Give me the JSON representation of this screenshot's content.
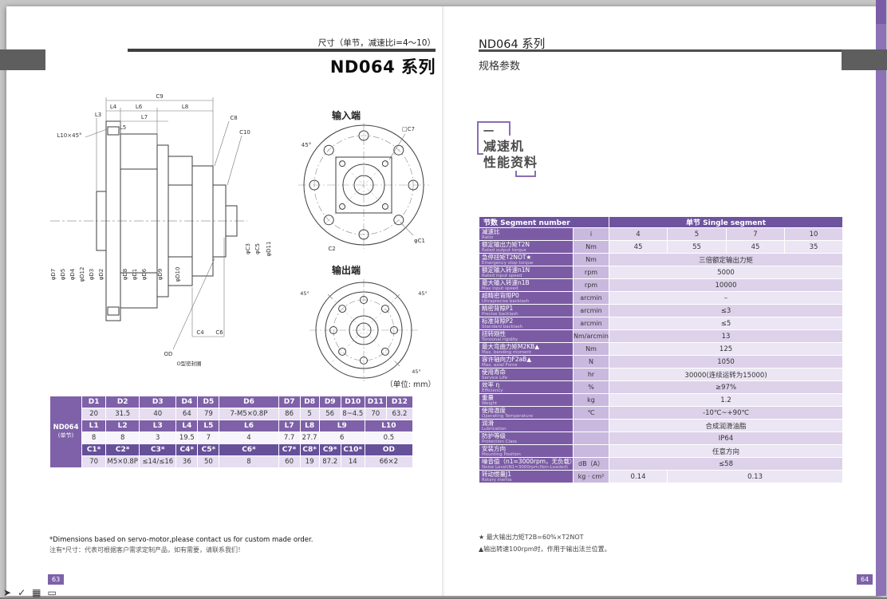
{
  "colors": {
    "accent_purple": "#7e61a8",
    "header_purple": "#6e549e",
    "row_lavender": "#e6ddf1"
  },
  "viewer": {
    "toolbar_icons": [
      {
        "name": "cursor-icon",
        "glyph": "➤"
      },
      {
        "name": "annotate-icon",
        "glyph": "✓"
      },
      {
        "name": "grid-icon",
        "glyph": "▦"
      },
      {
        "name": "frame-icon",
        "glyph": "▭"
      }
    ]
  },
  "left_page": {
    "page_number": "63",
    "header_note": "尺寸（单节，减速比i=4～10）",
    "title": "ND064 系列",
    "unit_note": "（单位: mm）",
    "drawing": {
      "input_view_label": "输入端",
      "output_view_label": "输出端",
      "side_dims_top": [
        "C9",
        "L4",
        "L6",
        "L8",
        "L3",
        "L7",
        "L5",
        "L10×45°",
        "C8",
        "C10"
      ],
      "side_dims_left": [
        "φD7",
        "φD5",
        "φD4",
        "φD12",
        "φD3",
        "φD2"
      ],
      "side_dims_inner": [
        "φD8",
        "φD1",
        "φD6",
        "φD9",
        "φD10"
      ],
      "side_dims_right": [
        "φC3",
        "φC5",
        "φD11"
      ],
      "side_dims_bottom": [
        "OD",
        "O型密封圈",
        "C4",
        "C6"
      ],
      "input_dims": [
        "45°",
        "□C7",
        "φC1",
        "C2"
      ],
      "output_dims": [
        "45°",
        "45°",
        "45°"
      ]
    },
    "dim_table": {
      "label_top": "ND064",
      "label_sub": "(单节)",
      "groups": [
        {
          "headers": [
            {
              "t": "D1"
            },
            {
              "t": "D2"
            },
            {
              "t": "D3"
            },
            {
              "t": "D4"
            },
            {
              "t": "D5"
            },
            {
              "t": "D6"
            },
            {
              "t": "D7"
            },
            {
              "t": "D8"
            },
            {
              "t": "D9"
            },
            {
              "t": "D10"
            },
            {
              "t": "D11"
            },
            {
              "t": "D12"
            }
          ],
          "values": [
            {
              "t": "20"
            },
            {
              "t": "31.5"
            },
            {
              "t": "40"
            },
            {
              "t": "64"
            },
            {
              "t": "79"
            },
            {
              "t": "7-M5×0.8P"
            },
            {
              "t": "86"
            },
            {
              "t": "5"
            },
            {
              "t": "56"
            },
            {
              "t": "8~4.5"
            },
            {
              "t": "70"
            },
            {
              "t": "63.2"
            }
          ]
        },
        {
          "headers": [
            {
              "t": "L1"
            },
            {
              "t": "L2"
            },
            {
              "t": "L3"
            },
            {
              "t": "L4"
            },
            {
              "t": "L5"
            },
            {
              "t": "L6"
            },
            {
              "t": "L7"
            },
            {
              "t": "L8"
            },
            {
              "t": "L9",
              "s": 2
            },
            {
              "t": "L10",
              "s": 2
            }
          ],
          "values": [
            {
              "t": "8"
            },
            {
              "t": "8"
            },
            {
              "t": "3"
            },
            {
              "t": "19.5"
            },
            {
              "t": "7"
            },
            {
              "t": "4"
            },
            {
              "t": "7.7"
            },
            {
              "t": "27.7"
            },
            {
              "t": "6",
              "s": 2
            },
            {
              "t": "0.5",
              "s": 2
            }
          ]
        },
        {
          "headers": [
            {
              "t": "C1*"
            },
            {
              "t": "C2*"
            },
            {
              "t": "C3*"
            },
            {
              "t": "C4*"
            },
            {
              "t": "C5*"
            },
            {
              "t": "C6*"
            },
            {
              "t": "C7*"
            },
            {
              "t": "C8*"
            },
            {
              "t": "C9*"
            },
            {
              "t": "C10*"
            },
            {
              "t": "OD",
              "s": 2
            }
          ],
          "values": [
            {
              "t": "70"
            },
            {
              "t": "M5×0.8P"
            },
            {
              "t": "≤14/≤16"
            },
            {
              "t": "36"
            },
            {
              "t": "50"
            },
            {
              "t": "8"
            },
            {
              "t": "60"
            },
            {
              "t": "19"
            },
            {
              "t": "87.2"
            },
            {
              "t": "14"
            },
            {
              "t": "66×2",
              "s": 2
            }
          ]
        }
      ]
    },
    "footnote_en": "*Dimensions based on servo-motor,please contact us for custom made order.",
    "footnote_zh": "注有*尺寸：代表可根据客户需求定制产品，如有需要，请联系我们！"
  },
  "right_page": {
    "page_number": "64",
    "header": "ND064 系列",
    "subheader": "规格参数",
    "section": {
      "tick": "一",
      "line1": "减速机",
      "line2": "性能资料"
    },
    "spec_table": {
      "col_header_left": "节数 Segment number",
      "col_header_right": "单节 Single segment",
      "rows": [
        {
          "zh": "减速比",
          "en": "Ratio",
          "unit": "i",
          "values": [
            {
              "t": "4"
            },
            {
              "t": "5"
            },
            {
              "t": "7"
            },
            {
              "t": "10"
            }
          ]
        },
        {
          "zh": "额定输出力矩T2N",
          "en": "Rated output torque",
          "unit": "Nm",
          "values": [
            {
              "t": "45"
            },
            {
              "t": "55"
            },
            {
              "t": "45"
            },
            {
              "t": "35"
            }
          ]
        },
        {
          "zh": "急停扭矩T2NOT★",
          "en": "Emergency stop torque",
          "unit": "Nm",
          "values": [
            {
              "t": "三倍额定输出力矩",
              "s": 4
            }
          ]
        },
        {
          "zh": "额定输入转速n1N",
          "en": "Rated input speed",
          "unit": "rpm",
          "values": [
            {
              "t": "5000",
              "s": 4
            }
          ]
        },
        {
          "zh": "最大输入转速n1B",
          "en": "Max input speed",
          "unit": "rpm",
          "values": [
            {
              "t": "10000",
              "s": 4
            }
          ]
        },
        {
          "zh": "超精密背隙P0",
          "en": "Ultraprecise backlash",
          "unit": "arcmin",
          "values": [
            {
              "t": "–",
              "s": 4
            }
          ]
        },
        {
          "zh": "精密背隙P1",
          "en": "Precise backlash",
          "unit": "arcmin",
          "values": [
            {
              "t": "≤3",
              "s": 4
            }
          ]
        },
        {
          "zh": "标准背隙P2",
          "en": "Standard backlash",
          "unit": "arcmin",
          "values": [
            {
              "t": "≤5",
              "s": 4
            }
          ]
        },
        {
          "zh": "扭转刚性",
          "en": "Torsional rigidity",
          "unit": "Nm/arcmin",
          "values": [
            {
              "t": "13",
              "s": 4
            }
          ]
        },
        {
          "zh": "最大弯曲力矩M2KB▲",
          "en": "Max. bending moment",
          "unit": "Nm",
          "values": [
            {
              "t": "125",
              "s": 4
            }
          ]
        },
        {
          "zh": "容许轴向力F2aB▲",
          "en": "Max. axial Force",
          "unit": "N",
          "values": [
            {
              "t": "1050",
              "s": 4
            }
          ]
        },
        {
          "zh": "使用寿命",
          "en": "Service Life",
          "unit": "hr",
          "values": [
            {
              "t": "30000(连续运转为15000)",
              "s": 4
            }
          ]
        },
        {
          "zh": "效率 η",
          "en": "Efficiency",
          "unit": "%",
          "values": [
            {
              "t": "≥97%",
              "s": 4
            }
          ]
        },
        {
          "zh": "重量",
          "en": "Weight",
          "unit": "kg",
          "values": [
            {
              "t": "1.2",
              "s": 4
            }
          ]
        },
        {
          "zh": "使用温度",
          "en": "Operating Temperature",
          "unit": "℃",
          "values": [
            {
              "t": "-10℃~+90℃",
              "s": 4
            }
          ]
        },
        {
          "zh": "润滑",
          "en": "Lubrication",
          "unit": "",
          "values": [
            {
              "t": "合成润滑油脂",
              "s": 4
            }
          ]
        },
        {
          "zh": "防护等级",
          "en": "Protection Class",
          "unit": "",
          "values": [
            {
              "t": "IP64",
              "s": 4
            }
          ]
        },
        {
          "zh": "安装方向",
          "en": "Mounting Position",
          "unit": "",
          "values": [
            {
              "t": "任意方向",
              "s": 4
            }
          ]
        },
        {
          "zh": "噪音值（n1=3000rpm，无负载）",
          "en": "Noise Level(N1=3000rpm;Non-Loaded)",
          "unit": "dB（A）",
          "values": [
            {
              "t": "≤58",
              "s": 4
            }
          ]
        },
        {
          "zh": "转动惯量J1",
          "en": "Rotary inertia",
          "unit": "kg · cm²",
          "values": [
            {
              "t": "0.14"
            },
            {
              "t": "0.13",
              "s": 3
            }
          ]
        }
      ]
    },
    "footnote_star": "★ 最大输出力矩T2B=60%×T2NOT",
    "footnote_triangle": "▲输出转速100rpm时，作用于输出法兰位置。"
  }
}
